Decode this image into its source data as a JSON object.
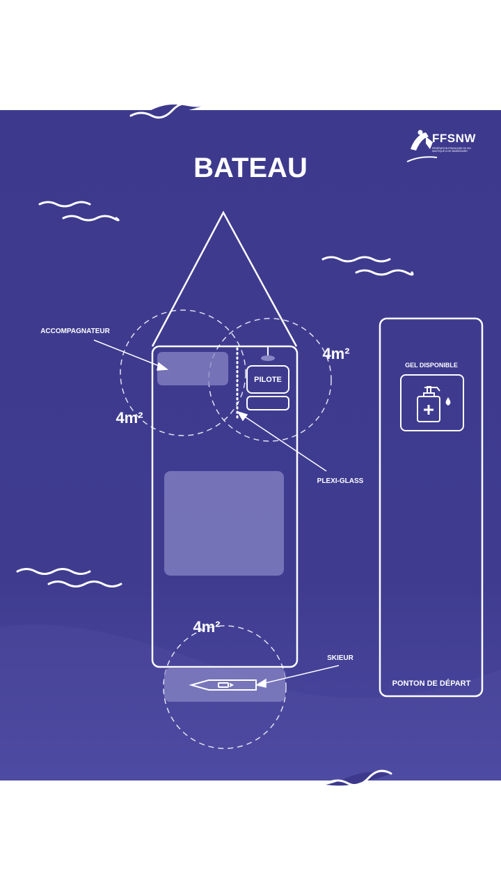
{
  "title": "BATEAU",
  "logo": {
    "name": "FFSNW",
    "subtitle": "FÉDÉRATION FRANÇAISE DE SKI NAUTIQUE & DE WAKEBOARD"
  },
  "labels": {
    "accompagnateur": "ACCOMPAGNATEUR",
    "pilote": "PILOTE",
    "plexi": "PLEXI-GLASS",
    "skieur": "SKIEUR",
    "gel": "GEL DISPONIBLE",
    "ponton": "PONTON DE DÉPART",
    "area_left": "4m²",
    "area_right": "4m²",
    "area_bottom": "4m²"
  },
  "colors": {
    "background": "#3d3a8e",
    "line": "#ffffff",
    "zone_fill": "#8886c4",
    "page": "#ffffff"
  },
  "icons": [
    "hand-sanitizer-icon",
    "water-ski-icon",
    "skier-logo-icon",
    "wave-icon"
  ]
}
